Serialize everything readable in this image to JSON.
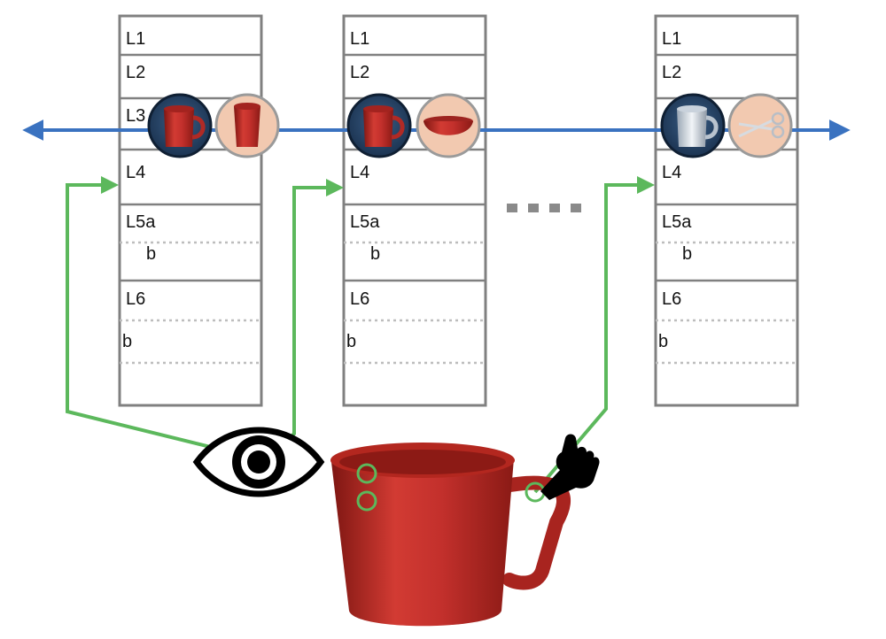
{
  "columns": [
    {
      "id": "col1",
      "labels": {
        "l1": "L1",
        "l2": "L2",
        "l3": "L3",
        "l4": "L4",
        "l5a": "L5a",
        "l5b": "b",
        "l6": "L6",
        "l6b": "b"
      },
      "objects": [
        "red-mug-icon",
        "red-cup-icon"
      ]
    },
    {
      "id": "col2",
      "labels": {
        "l1": "L1",
        "l2": "L2",
        "l3": "",
        "l4": "L4",
        "l5a": "L5a",
        "l5b": "b",
        "l6": "L6",
        "l6b": "b"
      },
      "objects": [
        "red-mug-icon",
        "red-bowl-icon"
      ]
    },
    {
      "id": "col3",
      "labels": {
        "l1": "L1",
        "l2": "L2",
        "l3": "",
        "l4": "L4",
        "l5a": "L5a",
        "l5b": "b",
        "l6": "L6",
        "l6b": "b"
      },
      "objects": [
        "white-mug-icon",
        "scissors-icon"
      ]
    }
  ],
  "colors": {
    "axis": "#3a72c0",
    "link": "#5cb85c",
    "border": "#808080",
    "dotted": "#bdbdbd",
    "mug_red": "#c3302c",
    "peach": "#f2c9b0"
  },
  "icons": {
    "perception": "eye-icon",
    "action": "pointing-hand-icon",
    "object": "red-mug-photo",
    "ellipsis": "ellipsis-dots"
  }
}
